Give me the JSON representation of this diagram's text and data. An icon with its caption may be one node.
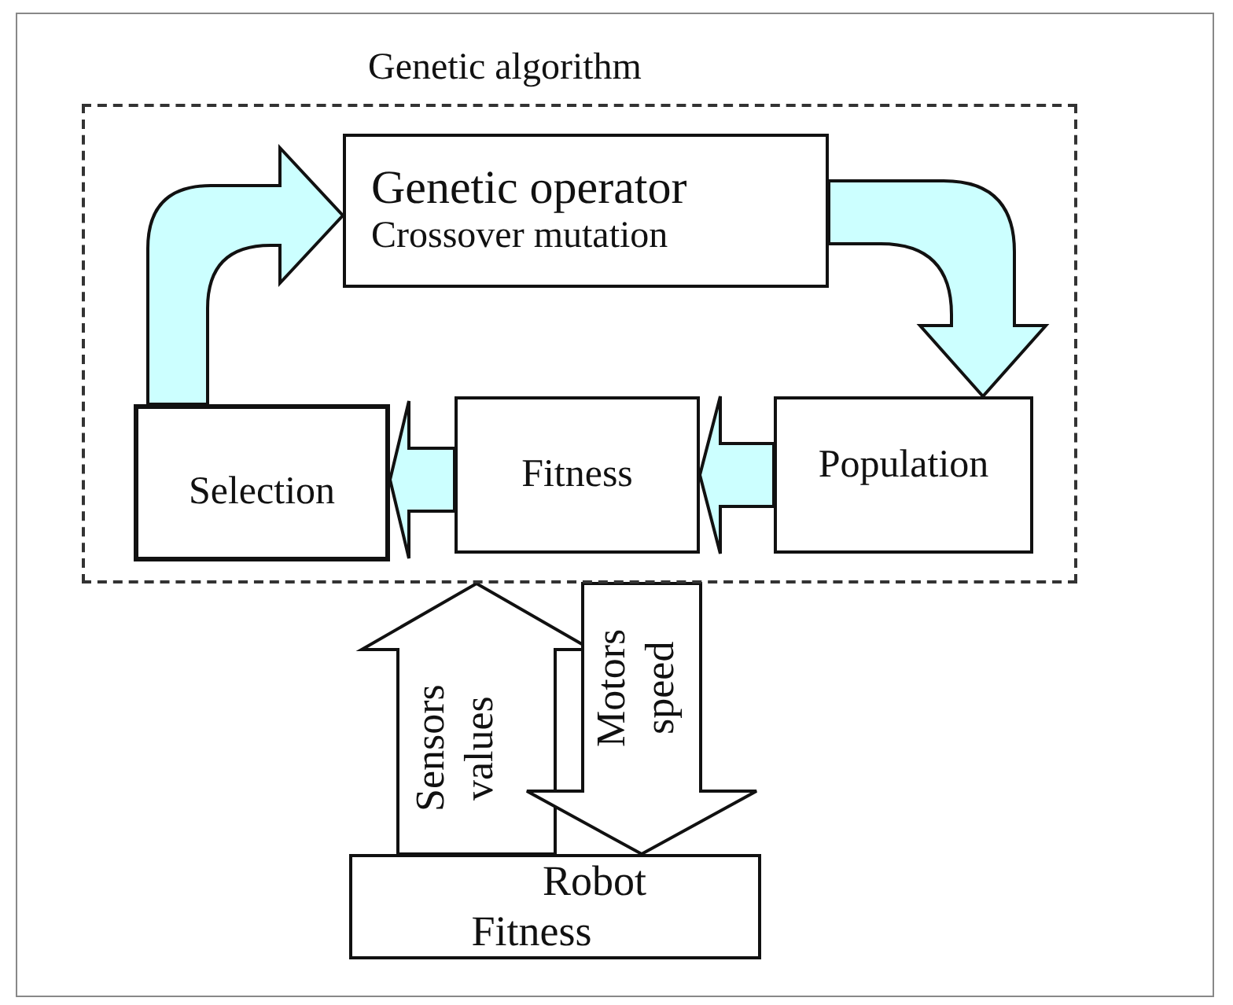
{
  "diagram": {
    "nodes": [
      {
        "text": [
          "Genetic algorithm"
        ]
      },
      {
        "text": [
          "Genetic operator",
          "Crossover mutation"
        ],
        "in": 0
      },
      {
        "text": [
          "Selection"
        ],
        "in": 0
      },
      {
        "text": [
          "Fitness"
        ],
        "in": 0
      },
      {
        "text": [
          "Population"
        ],
        "in": 0
      },
      {
        "text": [
          "Robot",
          "Fitness"
        ]
      }
    ],
    "edges": [
      {
        "from": 2,
        "to": 1,
        "arrow": "to"
      },
      {
        "from": 1,
        "to": 4,
        "arrow": "to"
      },
      {
        "from": 4,
        "to": 3,
        "arrow": "to"
      },
      {
        "from": 3,
        "to": 2,
        "arrow": "to"
      },
      {
        "from": 5,
        "to": 0,
        "arrow": "to",
        "label": "Sensors values",
        "color": "#ffffff"
      },
      {
        "from": 0,
        "to": 5,
        "arrow": "to",
        "label": "Motors speed",
        "color": "#ffffff"
      }
    ]
  }
}
